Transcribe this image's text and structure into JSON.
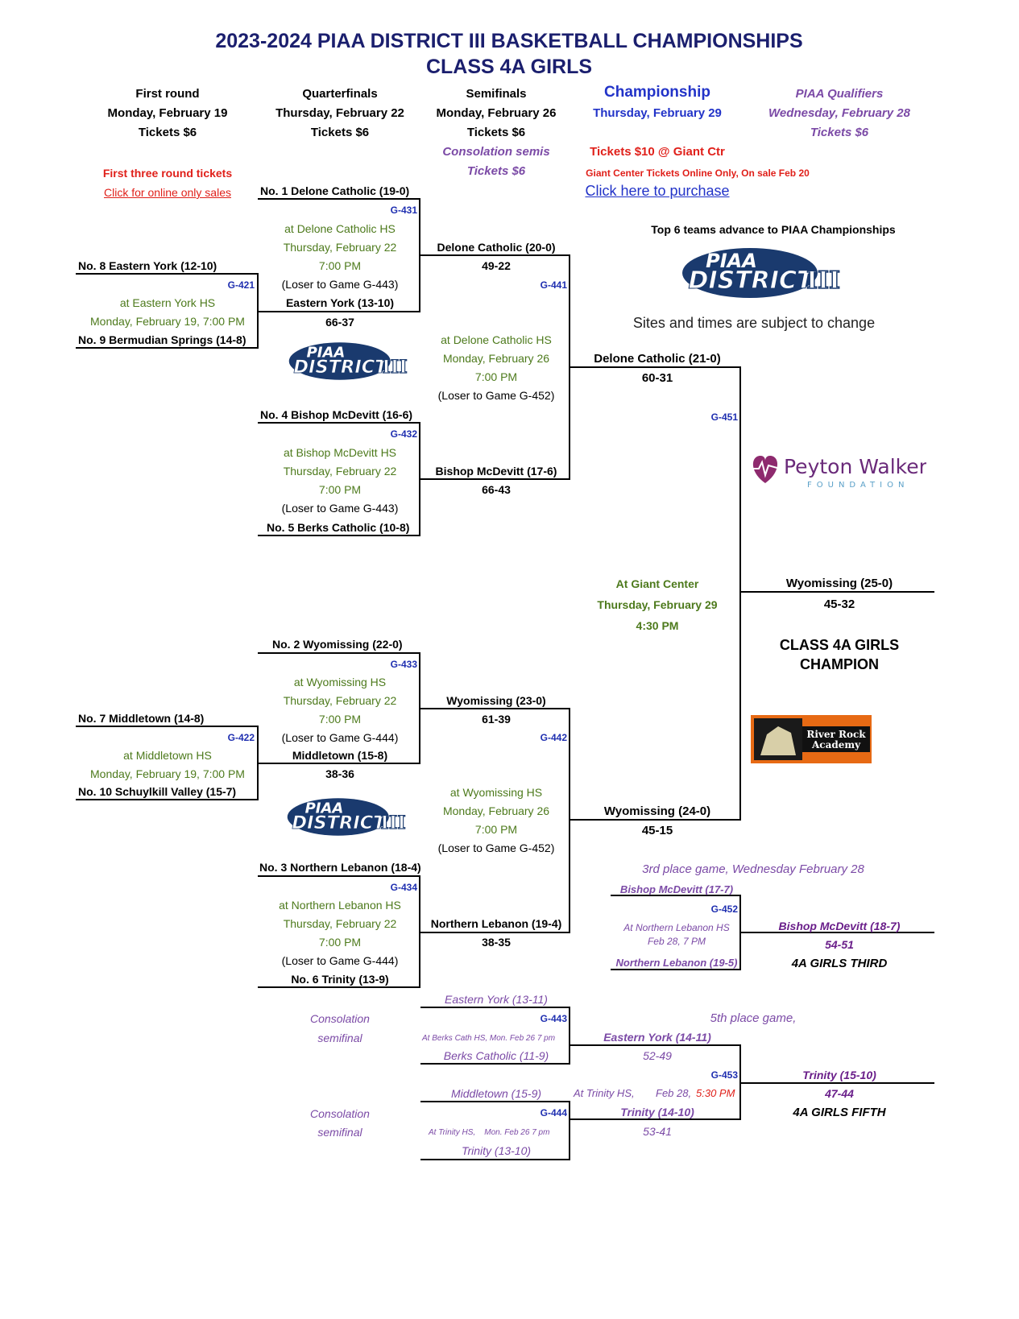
{
  "title": {
    "line1": "2023-2024 PIAA DISTRICT III BASKETBALL CHAMPIONSHIPS",
    "line2": "CLASS 4A GIRLS"
  },
  "columns": {
    "first_round": {
      "name": "First round",
      "date": "Monday, February 19",
      "tickets": "Tickets $6"
    },
    "quarterfinals": {
      "name": "Quarterfinals",
      "date": "Thursday, February 22",
      "tickets": "Tickets $6"
    },
    "semifinals": {
      "name": "Semifinals",
      "date": "Monday, February 26",
      "tickets": "Tickets $6",
      "consolation": "Consolation semis",
      "consolation_tickets": "Tickets $6"
    },
    "championship": {
      "name": "Championship",
      "date": "Thursday, February 29",
      "tickets": "Tickets $10 @ Giant Ctr",
      "online_note": "Giant Center Tickets Online Only, On sale Feb 20",
      "purchase_link": "Click here to purchase"
    },
    "qualifiers": {
      "name": "PIAA Qualifiers",
      "date": "Wednesday, February 28",
      "tickets": "Tickets $6"
    }
  },
  "first_three_note": "First three round tickets",
  "online_sales_link": "Click for online only sales",
  "top6_note": "Top 6 teams advance to PIAA Championships",
  "sites_note": "Sites and times are subject to change",
  "logo": {
    "line1": "PIAA",
    "line2": "DISTRICT",
    "numeral": "III"
  },
  "sponsor1": {
    "name": "Peyton Walker",
    "sub": "FOUNDATION"
  },
  "sponsor2": {
    "line1": "River Rock",
    "line2": "Academy"
  },
  "first_round": {
    "g421": {
      "top": "No. 8 Eastern York (12-10)",
      "code": "G-421",
      "site": "at Eastern York HS",
      "when": "Monday, February 19, 7:00 PM",
      "bottom": "No. 9 Bermudian Springs (14-8)"
    },
    "g422": {
      "top": "No. 7 Middletown (14-8)",
      "code": "G-422",
      "site": "at Middletown HS",
      "when": "Monday, February 19, 7:00 PM",
      "bottom": "No. 10 Schuylkill Valley (15-7)"
    }
  },
  "quarterfinals": {
    "g431": {
      "top": "No. 1 Delone Catholic (19-0)",
      "code": "G-431",
      "site": "at Delone Catholic HS",
      "date": "Thursday, February 22",
      "time": "7:00 PM",
      "loser": "(Loser to Game G-443)",
      "bottom": "Eastern York (13-10)",
      "bottom_score": "66-37"
    },
    "g432": {
      "top": "No. 4 Bishop McDevitt (16-6)",
      "code": "G-432",
      "site": "at Bishop McDevitt HS",
      "date": "Thursday, February 22",
      "time": "7:00 PM",
      "loser": "(Loser to Game G-443)",
      "bottom": "No. 5 Berks Catholic (10-8)"
    },
    "g433": {
      "top": "No. 2 Wyomissing (22-0)",
      "code": "G-433",
      "site": "at Wyomissing HS",
      "date": "Thursday, February 22",
      "time": "7:00 PM",
      "loser": "(Loser to Game G-444)",
      "bottom": "Middletown (15-8)",
      "bottom_score": "38-36"
    },
    "g434": {
      "top": "No. 3 Northern Lebanon (18-4)",
      "code": "G-434",
      "site": "at Northern Lebanon HS",
      "date": "Thursday, February 22",
      "time": "7:00 PM",
      "loser": "(Loser to Game G-444)",
      "bottom": "No. 6 Trinity (13-9)"
    }
  },
  "semifinals": {
    "g441": {
      "top": "Delone Catholic (20-0)",
      "top_score": "49-22",
      "code": "G-441",
      "site": "at Delone Catholic HS",
      "date": "Monday, February 26",
      "time": "7:00 PM",
      "loser": "(Loser to Game G-452)",
      "bottom": "Bishop McDevitt (17-6)",
      "bottom_score": "66-43"
    },
    "g442": {
      "top": "Wyomissing (23-0)",
      "top_score": "61-39",
      "code": "G-442",
      "site": "at Wyomissing HS",
      "date": "Monday, February 26",
      "time": "7:00 PM",
      "loser": "(Loser to Game G-452)",
      "bottom": "Northern Lebanon (19-4)",
      "bottom_score": "38-35"
    }
  },
  "final": {
    "top": "Delone Catholic (21-0)",
    "top_score": "60-31",
    "code": "G-451",
    "site": "At Giant Center",
    "date": "Thursday, February 29",
    "time": "4:30 PM",
    "bottom": "Wyomissing (24-0)",
    "bottom_score": "45-15",
    "winner": "Wyomissing (25-0)",
    "winner_score": "45-32",
    "champ1": "CLASS 4A GIRLS",
    "champ2": "CHAMPION"
  },
  "third": {
    "header": "3rd place game, Wednesday February 28",
    "top": "Bishop McDevitt (17-7)",
    "code": "G-452",
    "site": "At Northern Lebanon HS",
    "when": "Feb 28, 7 PM",
    "bottom": "Northern Lebanon (19-5)",
    "winner": "Bishop McDevitt (18-7)",
    "score": "54-51",
    "label": "4A GIRLS THIRD"
  },
  "consolation": {
    "label1": "Consolation",
    "label2": "semifinal",
    "g443": {
      "top": "Eastern York (13-11)",
      "code": "G-443",
      "site": "At Berks Cath HS, Mon. Feb 26 7 pm",
      "bottom": "Berks Catholic (11-9)"
    },
    "g444": {
      "top": "Middletown (15-9)",
      "code": "G-444",
      "site": "At Trinity HS,    Mon. Feb 26 7 pm",
      "bottom": "Trinity (13-10)"
    }
  },
  "fifth": {
    "header": "5th place game,",
    "top": "Eastern York (14-11)",
    "top_score": "52-49",
    "code": "G-453",
    "site": "At Trinity HS,",
    "date": "Feb 28,",
    "time": "5:30 PM",
    "bottom": "Trinity (14-10)",
    "bottom_score": "53-41",
    "winner": "Trinity (15-10)",
    "score": "47-44",
    "label": "4A GIRLS FIFTH"
  }
}
